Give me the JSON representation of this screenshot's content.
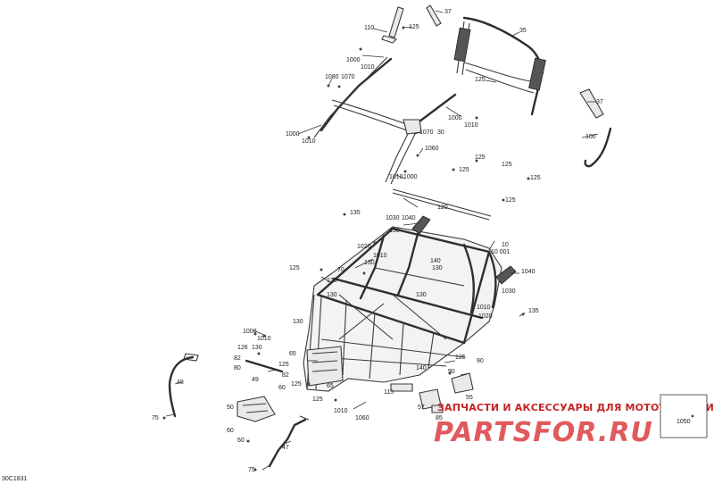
{
  "diagram": {
    "drawing_code": "30C1831",
    "callouts": {
      "c110": "110",
      "c125a": "125",
      "c37a": "37",
      "c35": "35",
      "c1000a": "1000",
      "c1010a": "1010",
      "c1080": "1080",
      "c1070a": "1070",
      "c125b": "125",
      "c37b": "37",
      "c1000b": "1000",
      "c1010b": "1010",
      "c1000c": "1000",
      "c1010c": "1010",
      "c1070b": "1070",
      "c30": "30",
      "c1060a": "1060",
      "c100": "100",
      "c125c": "125",
      "c125d": "125",
      "c125e": "125",
      "c125f": "125",
      "c125g": "125",
      "c1010d": "1010",
      "c1000d": "1000",
      "c120": "120",
      "c135a": "135",
      "c1030a": "1030",
      "c1040a": "1040",
      "c130a": "130",
      "c10": "10",
      "c10001": "10 001",
      "c1020a": "1020",
      "c1010e": "1010",
      "c130b": "130",
      "c140a": "140",
      "c130c": "130",
      "c125h": "125",
      "c70": "70",
      "c130d": "130",
      "c1040b": "1040",
      "c1030b": "1030",
      "c130e": "130",
      "c1010f": "1010",
      "c1020b": "1020",
      "c135b": "135",
      "c130f": "130",
      "c1000e": "1000",
      "c1010g": "1010",
      "c126": "126",
      "c130g": "130",
      "c82a": "82",
      "c125i": "125",
      "c80": "80",
      "c130h": "130",
      "c82b": "82",
      "c65a": "65",
      "c49": "49",
      "c60a": "60",
      "c48": "48",
      "c125j": "125",
      "c65b": "65",
      "c125k": "125",
      "c140b": "140",
      "c125l": "125",
      "c90a": "90",
      "c90b": "90",
      "c115": "115",
      "c55": "55",
      "c50": "50",
      "c57": "57",
      "c1010h": "1010",
      "c1060b": "1060",
      "c85": "85",
      "c75a": "75",
      "c60b": "60",
      "c60c": "60",
      "c47": "47",
      "c75b": "75",
      "c1050": "1050"
    }
  },
  "watermark": {
    "tagline": "ЗАПЧАСТИ И АКСЕССУАРЫ ДЛЯ МОТОТЕХНИКИ",
    "logo": "PARTSFOR.RU",
    "brand_color": "#c42426"
  }
}
